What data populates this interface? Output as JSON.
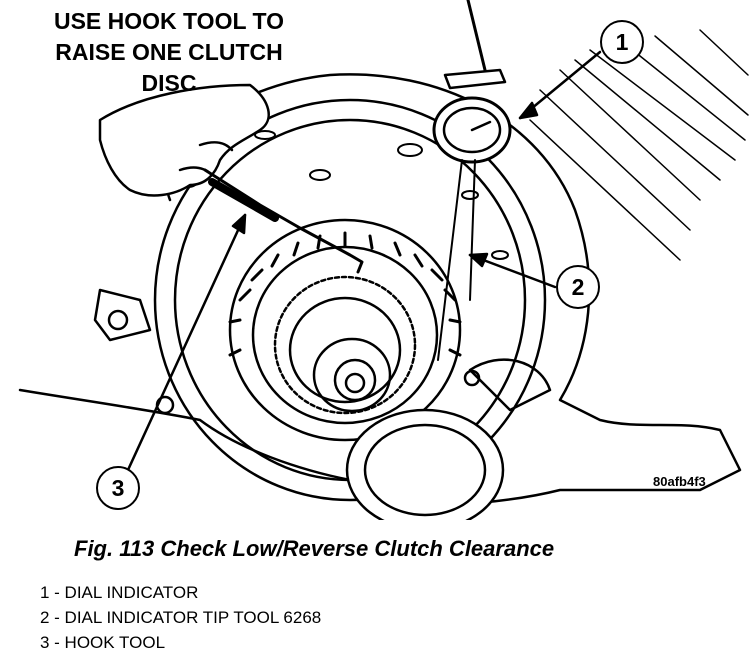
{
  "figure": {
    "instruction_lines": [
      "USE HOOK TOOL TO",
      "RAISE ONE CLUTCH",
      "DISC"
    ],
    "callouts": [
      "1",
      "2",
      "3"
    ],
    "image_code": "80afb4f3",
    "caption": "Fig. 113 Check Low/Reverse Clutch Clearance",
    "legend": [
      "1 - DIAL INDICATOR",
      "2 - DIAL INDICATOR TIP TOOL 6268",
      "3 - HOOK TOOL"
    ]
  }
}
